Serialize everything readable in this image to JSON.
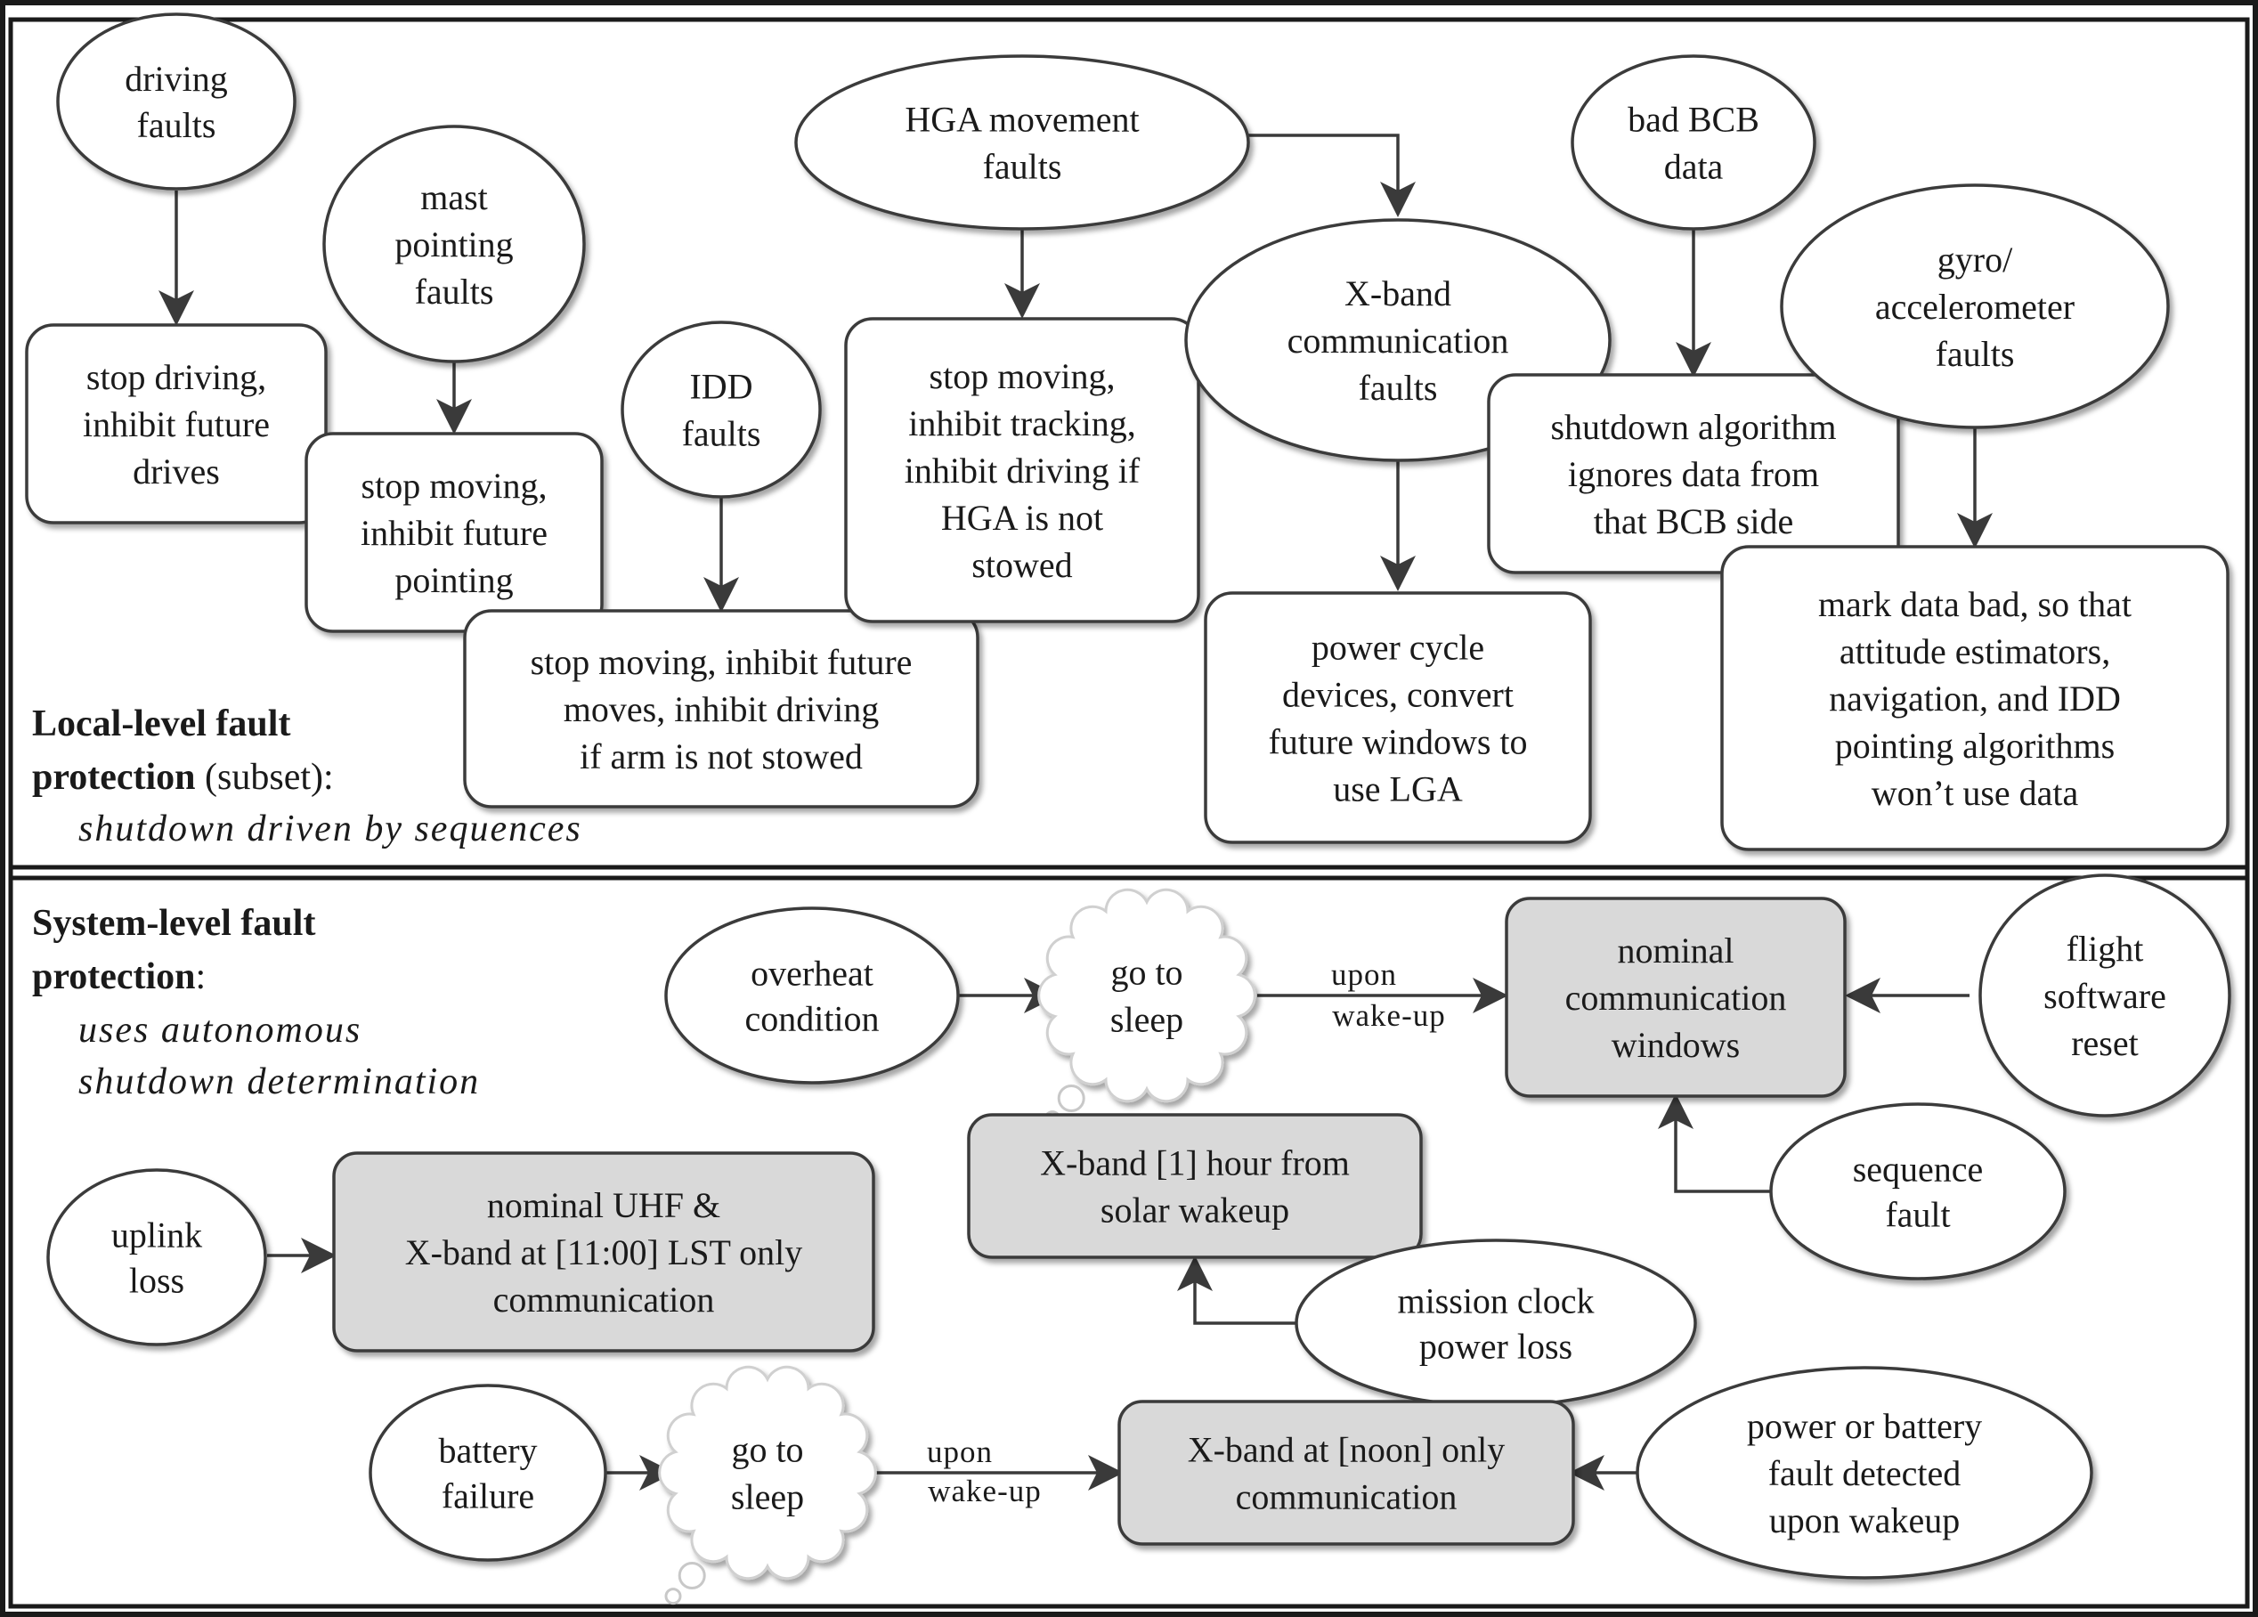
{
  "sections": {
    "local": {
      "title_lines": [
        "Local-level fault",
        "protection"
      ],
      "title_suffix": " (subset):",
      "subtitle": "shutdown driven by sequences"
    },
    "system": {
      "title_lines": [
        "System-level fault",
        "protection"
      ],
      "title_suffix": ":",
      "subtitle_lines": [
        "uses autonomous",
        "shutdown determination"
      ]
    }
  },
  "nodes": {
    "driving_faults": [
      "driving",
      "faults"
    ],
    "stop_driving": [
      "stop driving,",
      "inhibit future",
      "drives"
    ],
    "mast_pointing_faults": [
      "mast",
      "pointing",
      "faults"
    ],
    "stop_moving_pointing": [
      "stop moving,",
      "inhibit future",
      "pointing"
    ],
    "idd_faults": [
      "IDD",
      "faults"
    ],
    "stop_moving_arm": [
      "stop moving, inhibit future",
      "moves, inhibit  driving",
      "if arm is not stowed"
    ],
    "hga_movement_faults": [
      "HGA movement",
      "faults"
    ],
    "stop_moving_hga": [
      "stop moving,",
      "inhibit tracking,",
      "inhibit driving if",
      "HGA is not",
      "stowed"
    ],
    "xband_comm_faults": [
      "X-band",
      "communication",
      "faults"
    ],
    "power_cycle": [
      "power cycle",
      "devices, convert",
      "future windows to",
      "use LGA"
    ],
    "bad_bcb_data": [
      "bad BCB",
      "data"
    ],
    "shutdown_algorithm": [
      "shutdown algorithm",
      "ignores data from",
      "that BCB side"
    ],
    "gyro_faults": [
      "gyro/",
      "accelerometer",
      "faults"
    ],
    "mark_data_bad": [
      "mark data bad, so that",
      "attitude estimators,",
      "navigation, and IDD",
      "pointing  algorithms",
      "won’t use data"
    ],
    "overheat_condition": [
      "overheat",
      "condition"
    ],
    "go_to_sleep_1": [
      "go to",
      "sleep"
    ],
    "nominal_comm_windows": [
      "nominal",
      "communication",
      "windows"
    ],
    "flight_software_reset": [
      "flight",
      "software",
      "reset"
    ],
    "sequence_fault": [
      "sequence",
      "fault"
    ],
    "uplink_loss": [
      "uplink",
      "loss"
    ],
    "nominal_uhf": [
      "nominal UHF &",
      "X-band at [11:00] LST only",
      "communication"
    ],
    "xband_1hour": [
      "X-band [1] hour from",
      "solar wakeup"
    ],
    "mission_clock_power_loss": [
      "mission clock",
      "power loss"
    ],
    "battery_failure": [
      "battery",
      "failure"
    ],
    "go_to_sleep_2": [
      "go to",
      "sleep"
    ],
    "xband_noon": [
      "X-band at [noon] only",
      "communication"
    ],
    "power_battery_fault": [
      "power or battery",
      "fault detected",
      "upon wakeup"
    ]
  },
  "edge_labels": {
    "upon_wakeup_1": [
      "upon",
      "wake-up"
    ],
    "upon_wakeup_2": [
      "upon",
      "wake-up"
    ]
  },
  "colors": {
    "border": "#1a1a1a",
    "stroke": "#3a3a3a",
    "outcome_fill": "#d9d9d9",
    "box_fill": "#ffffff",
    "text": "#1a1a1a"
  }
}
